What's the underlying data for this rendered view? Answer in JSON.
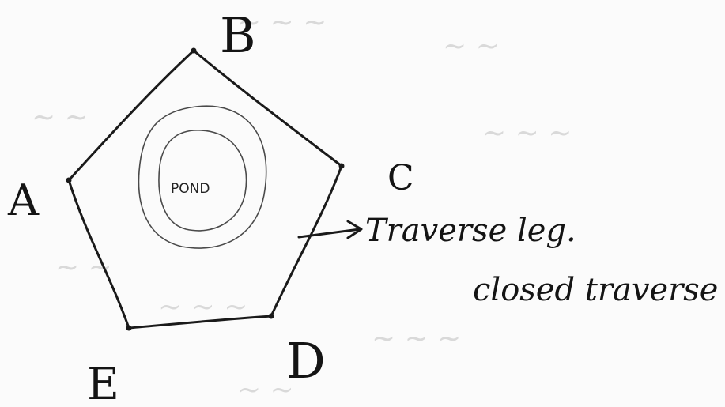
{
  "vertices": {
    "a": "A",
    "b": "B",
    "c": "C",
    "d": "D",
    "e": "E"
  },
  "pond_label": "POND",
  "annotation": {
    "leg_label": "Traverse leg.",
    "traverse_type": "closed traverse"
  },
  "colors": {
    "ink": "#1a1a1a",
    "paper": "#fbfbfb"
  }
}
